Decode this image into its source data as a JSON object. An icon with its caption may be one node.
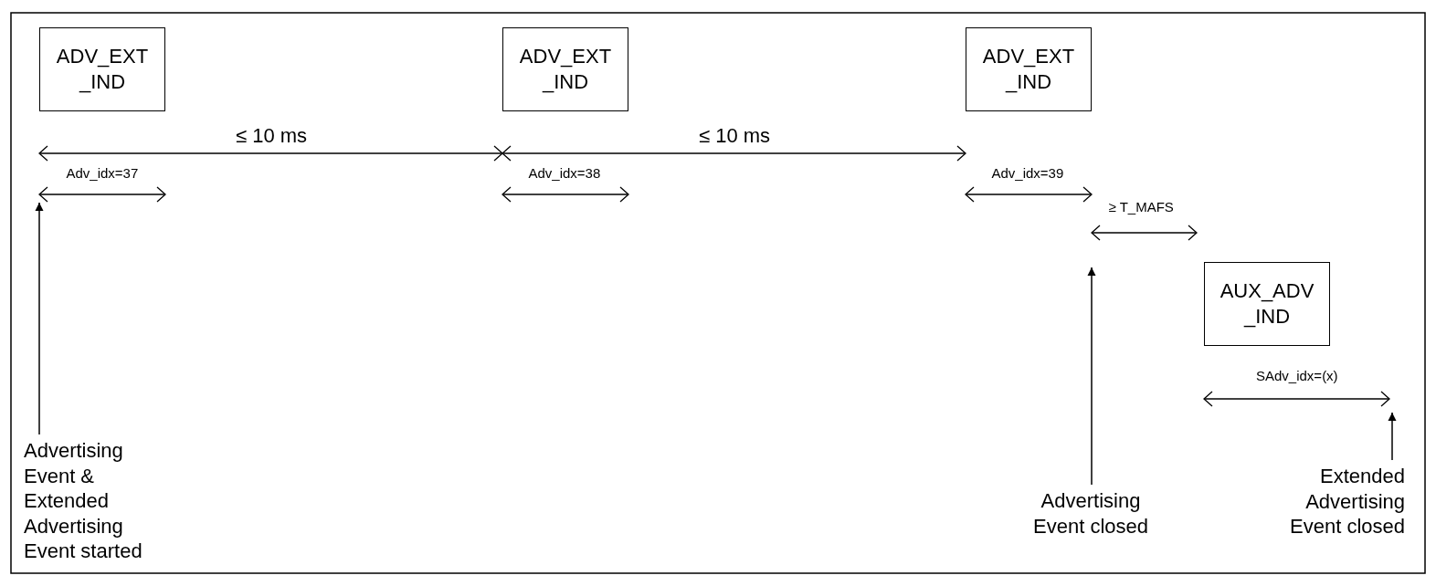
{
  "diagram": {
    "nodes": [
      {
        "text": [
          "ADV_EXT _IND"
        ]
      },
      {
        "text": [
          "ADV_EXT _IND"
        ]
      },
      {
        "text": [
          "ADV_EXT _IND"
        ]
      },
      {
        "text": [
          "AUX_ADV _IND"
        ]
      },
      {
        "text": [
          "Advertising Event & Extended Advertising Event started"
        ]
      },
      {
        "text": [
          "Advertising Event closed"
        ]
      },
      {
        "text": [
          "Extended Advertising Event closed"
        ]
      }
    ],
    "edges": [
      {
        "from": 4,
        "to": null,
        "arrow": "to"
      },
      {
        "from": 5,
        "to": null,
        "arrow": "to"
      },
      {
        "from": 6,
        "to": null,
        "arrow": "to"
      }
    ],
    "labels": [
      "≤ 10 ms",
      "≤ 10 ms",
      "Adv_idx=37",
      "Adv_idx=38",
      "Adv_idx=39",
      "≥ T_MAFS",
      "SAdv_idx=(x)"
    ]
  }
}
